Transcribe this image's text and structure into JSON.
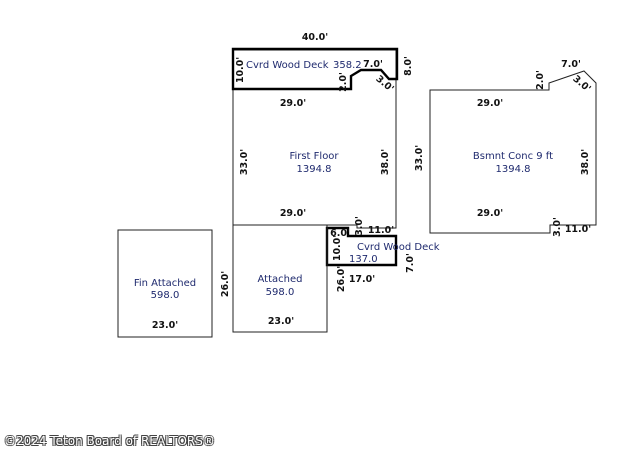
{
  "rooms": {
    "deck_top": {
      "label": "Cvrd Wood Deck",
      "area": "358.2"
    },
    "first_floor": {
      "label": "First Floor",
      "area": "1394.8"
    },
    "basement": {
      "label": "Bsmnt Conc 9 ft",
      "area": "1394.8"
    },
    "deck_bottom": {
      "label": "Cvrd Wood Deck",
      "area": "137.0"
    },
    "attached": {
      "label": "Attached",
      "area": "598.0"
    },
    "fin_attached": {
      "label": "Fin Attached",
      "area": "598.0"
    }
  },
  "dimensions": {
    "top_width": "40.0'",
    "deck_depth": "10.0'",
    "deck_notch_w": "7.0'",
    "deck_notch_h": "2.0'",
    "deck_diag": "3.0'",
    "right_side": "8.0'",
    "ff_top": "29.0'",
    "ff_left": "33.0'",
    "ff_right": "38.0'",
    "ff_bottom": "29.0'",
    "ff_offset": "33.0'",
    "notch_3": "3.0'",
    "notch_11": "11.0'",
    "bs_top_notch": "7.0'",
    "bs_top": "29.0'",
    "bs_2": "2.0'",
    "bs_3": "3.0'",
    "bs_right": "38.0'",
    "bs_bottom": "29.0'",
    "bs_notch_3": "3.0'",
    "bs_notch_11": "11.0'",
    "deck2_6": "6.0'",
    "deck2_10": "10.0'",
    "deck2_7": "7.0'",
    "deck2_17": "17.0'",
    "att_left": "26.0'",
    "att_right": "26.0'",
    "att_bottom": "23.0'",
    "fin_bottom": "23.0'"
  },
  "copyright": "©2024 Teton Board of REALTORS®"
}
